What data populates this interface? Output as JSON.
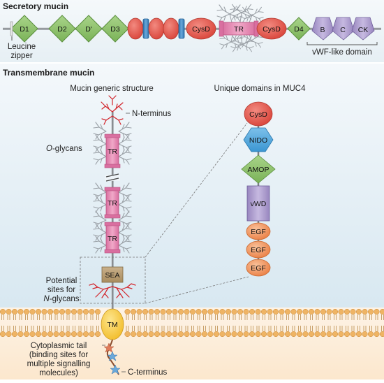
{
  "secretory": {
    "heading": "Secretory mucin",
    "d1": "D1",
    "d2": "D2",
    "dprime": "D'",
    "d3": "D3",
    "cysd_a": "CysD",
    "tr": "TR",
    "cysd_b": "CysD",
    "d4": "D4",
    "b": "B",
    "c": "C",
    "ck": "CK",
    "leucine_line1": "Leucine",
    "leucine_line2": "zipper",
    "vwf_label": "vWF-like domain"
  },
  "transmembrane": {
    "heading": "Transmembrane mucin",
    "generic_title": "Mucin generic structure",
    "unique_title": "Unique domains in MUC4",
    "n_terminus": "N-terminus",
    "o_glycans_italic": "O",
    "o_glycans_rest": "-glycans",
    "tr1": "TR",
    "tr2": "TR",
    "tr3": "TR",
    "sea": "SEA",
    "potential_line1": "Potential",
    "potential_line2": "sites for",
    "potential_line3_italic": "N",
    "potential_line3_rest": "-glycans",
    "tm": "TM",
    "cyto_line1": "Cytoplasmic tail",
    "cyto_line2": "(binding sites for",
    "cyto_line3": "multiple signalling",
    "cyto_line4": "molecules)",
    "c_terminus": "C-terminus",
    "muc4_cysd": "CysD",
    "muc4_nido": "NIDO",
    "muc4_amop": "AMOP",
    "muc4_vwd": "vWD",
    "muc4_egf1": "EGF",
    "muc4_egf2": "EGF",
    "muc4_egf3": "EGF"
  },
  "colors": {
    "green": "#8cc06a",
    "blue_band": "#3a86c4",
    "red": "#e2574c",
    "pink": "#e58bb3",
    "purple": "#a796c8",
    "tan": "#b99c72",
    "yellow": "#f7d04a",
    "orange": "#f29a62",
    "nido_blue": "#4fa7dc",
    "membrane_head": "#efb464",
    "glycan_grey": "#9aa0a6",
    "glycan_red": "#d2232a"
  }
}
